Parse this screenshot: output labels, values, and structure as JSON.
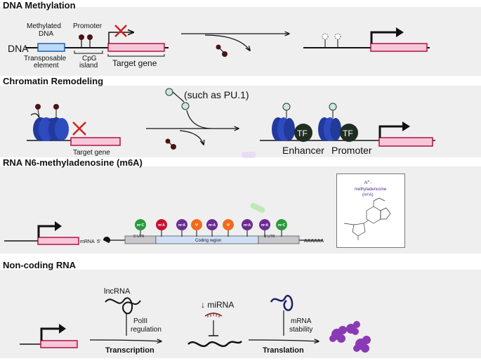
{
  "panels": {
    "dna_methylation": {
      "title": "DNA Methylation",
      "methylated_dna_line1": "Methylated",
      "methylated_dna_line2": "DNA",
      "promoter": "Promoter",
      "dna": "DNA",
      "transposable_line1": "Transposable",
      "transposable_line2": "element",
      "cpg_line1": "CpG",
      "cpg_line2": "island",
      "target_gene": "Target gene"
    },
    "chromatin_remodeling": {
      "title": "Chromatin Remodeling",
      "such_as": "(such as PU.1)",
      "target_gene": "Target gene",
      "tf": "TF",
      "enhancer": "Enhancer",
      "promoter": "Promoter"
    },
    "rna_m6a": {
      "title": "RNA N6-methyladenosine (m6A)",
      "mrna": "mRNA",
      "five_prime": "5'",
      "five_utr": "5' UTR",
      "coding_region": "Coding region",
      "three_utr": "3' UTR",
      "poly_a": "AAAAAA",
      "mod_title_line1": "N",
      "mod_title_sup": "6",
      "mod_title_dash": "-",
      "mod_title_line2": "methyladenosine",
      "mod_title_line3": "(m⁶A)",
      "badges": [
        {
          "label": "m⁵C",
          "color": "#2a9a3a"
        },
        {
          "label": "m¹A",
          "color": "#c8102e"
        },
        {
          "label": "m⁶A",
          "color": "#6a2c91"
        },
        {
          "label": "Ψ",
          "color": "#f26b1d"
        },
        {
          "label": "m⁶A",
          "color": "#6a2c91"
        },
        {
          "label": "Ψ",
          "color": "#f26b1d"
        },
        {
          "label": "m⁶A",
          "color": "#6a2c91"
        },
        {
          "label": "m⁶A",
          "color": "#6a2c91"
        },
        {
          "label": "m⁵C",
          "color": "#2a9a3a"
        }
      ]
    },
    "noncoding_rna": {
      "title": "Non-coding RNA",
      "lncrna": "lncRNA",
      "polii_line1": "PolII",
      "polii_line2": "regulation",
      "mirna": "↓ miRNA",
      "mrna_line1": "mRNA",
      "mrna_line2": "stability",
      "transcription": "Transcription",
      "translation": "Translation"
    }
  },
  "colors": {
    "panel_bg": "#efefef",
    "gene_box": "#f7c7d8",
    "gene_border": "#b0104a",
    "transposable": "#bcd9f5",
    "transposable_border": "#1f5fb0",
    "methyl": "#4a1414",
    "red_x": "#d42020",
    "nucleosome": "#223a9c",
    "tf": "#1f2e22",
    "acetyl": "#c9ead8",
    "lncrna": "#111111",
    "mirna_line": "#1a1f6b",
    "protein": "#8a3ab5"
  }
}
